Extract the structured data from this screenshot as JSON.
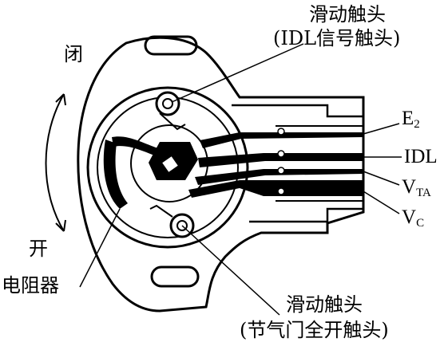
{
  "labels": {
    "sliding_contact_idl": "滑动触头",
    "sliding_contact_idl_sub": "(IDL信号触头)",
    "close": "闭",
    "open": "开",
    "resistor": "电阻器",
    "sliding_contact_full": "滑动触头",
    "sliding_contact_full_sub": "(节气门全开触头)",
    "e2_main": "E",
    "e2_sub": "2",
    "idl": "IDL",
    "vta_main": "V",
    "vta_sub": "TA",
    "vc_main": "V",
    "vc_sub": "C"
  },
  "colors": {
    "ink": "#000000",
    "paper": "#ffffff"
  }
}
